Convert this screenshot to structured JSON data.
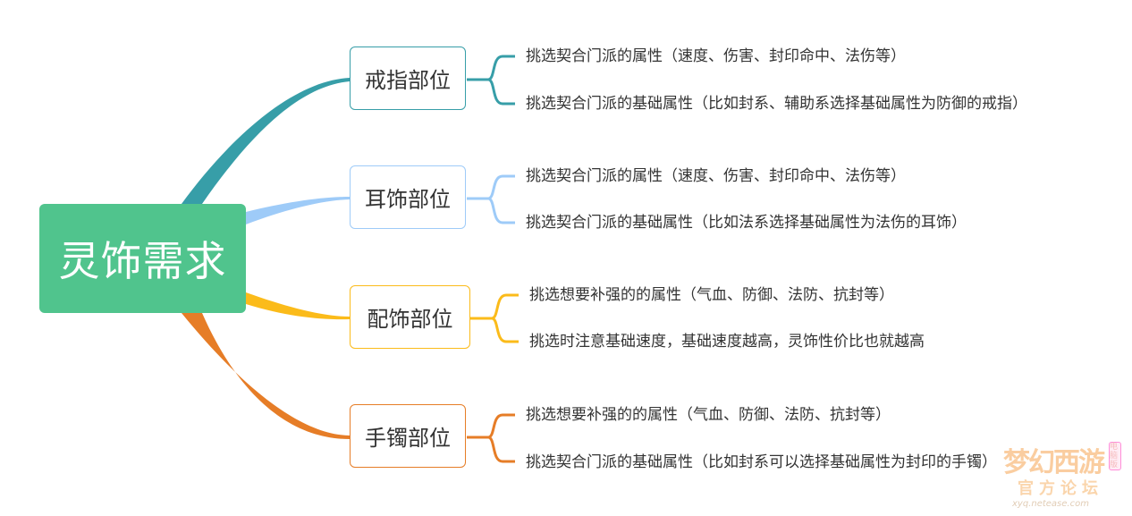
{
  "root": {
    "label": "灵饰需求",
    "color": "#50c48d"
  },
  "branches": [
    {
      "label": "戒指部位",
      "color": "#379ea8",
      "items": [
        "挑选契合门派的属性（速度、伤害、封印命中、法伤等）",
        "挑选契合门派的基础属性（比如封系、辅助系选择基础属性为防御的戒指）"
      ]
    },
    {
      "label": "耳饰部位",
      "color": "#9ecbf8",
      "items": [
        "挑选契合门派的属性（速度、伤害、封印命中、法伤等）",
        "挑选契合门派的基础属性（比如法系选择基础属性为法伤的耳饰）"
      ]
    },
    {
      "label": "配饰部位",
      "color": "#fbbb1a",
      "items": [
        "挑选想要补强的的属性（气血、防御、法防、抗封等）",
        "挑选时注意基础速度，基础速度越高，灵饰性价比也就越高"
      ]
    },
    {
      "label": "手镯部位",
      "color": "#e67d27",
      "items": [
        "挑选想要补强的的属性（气血、防御、法防、抗封等）",
        "挑选契合门派的基础属性（比如封系可以选择基础属性为封印的手镯）"
      ]
    }
  ],
  "watermark": {
    "title": "梦幻西游",
    "badge": "电脑版",
    "subtitle": "官方论坛",
    "url": "xyq.netease.com"
  }
}
